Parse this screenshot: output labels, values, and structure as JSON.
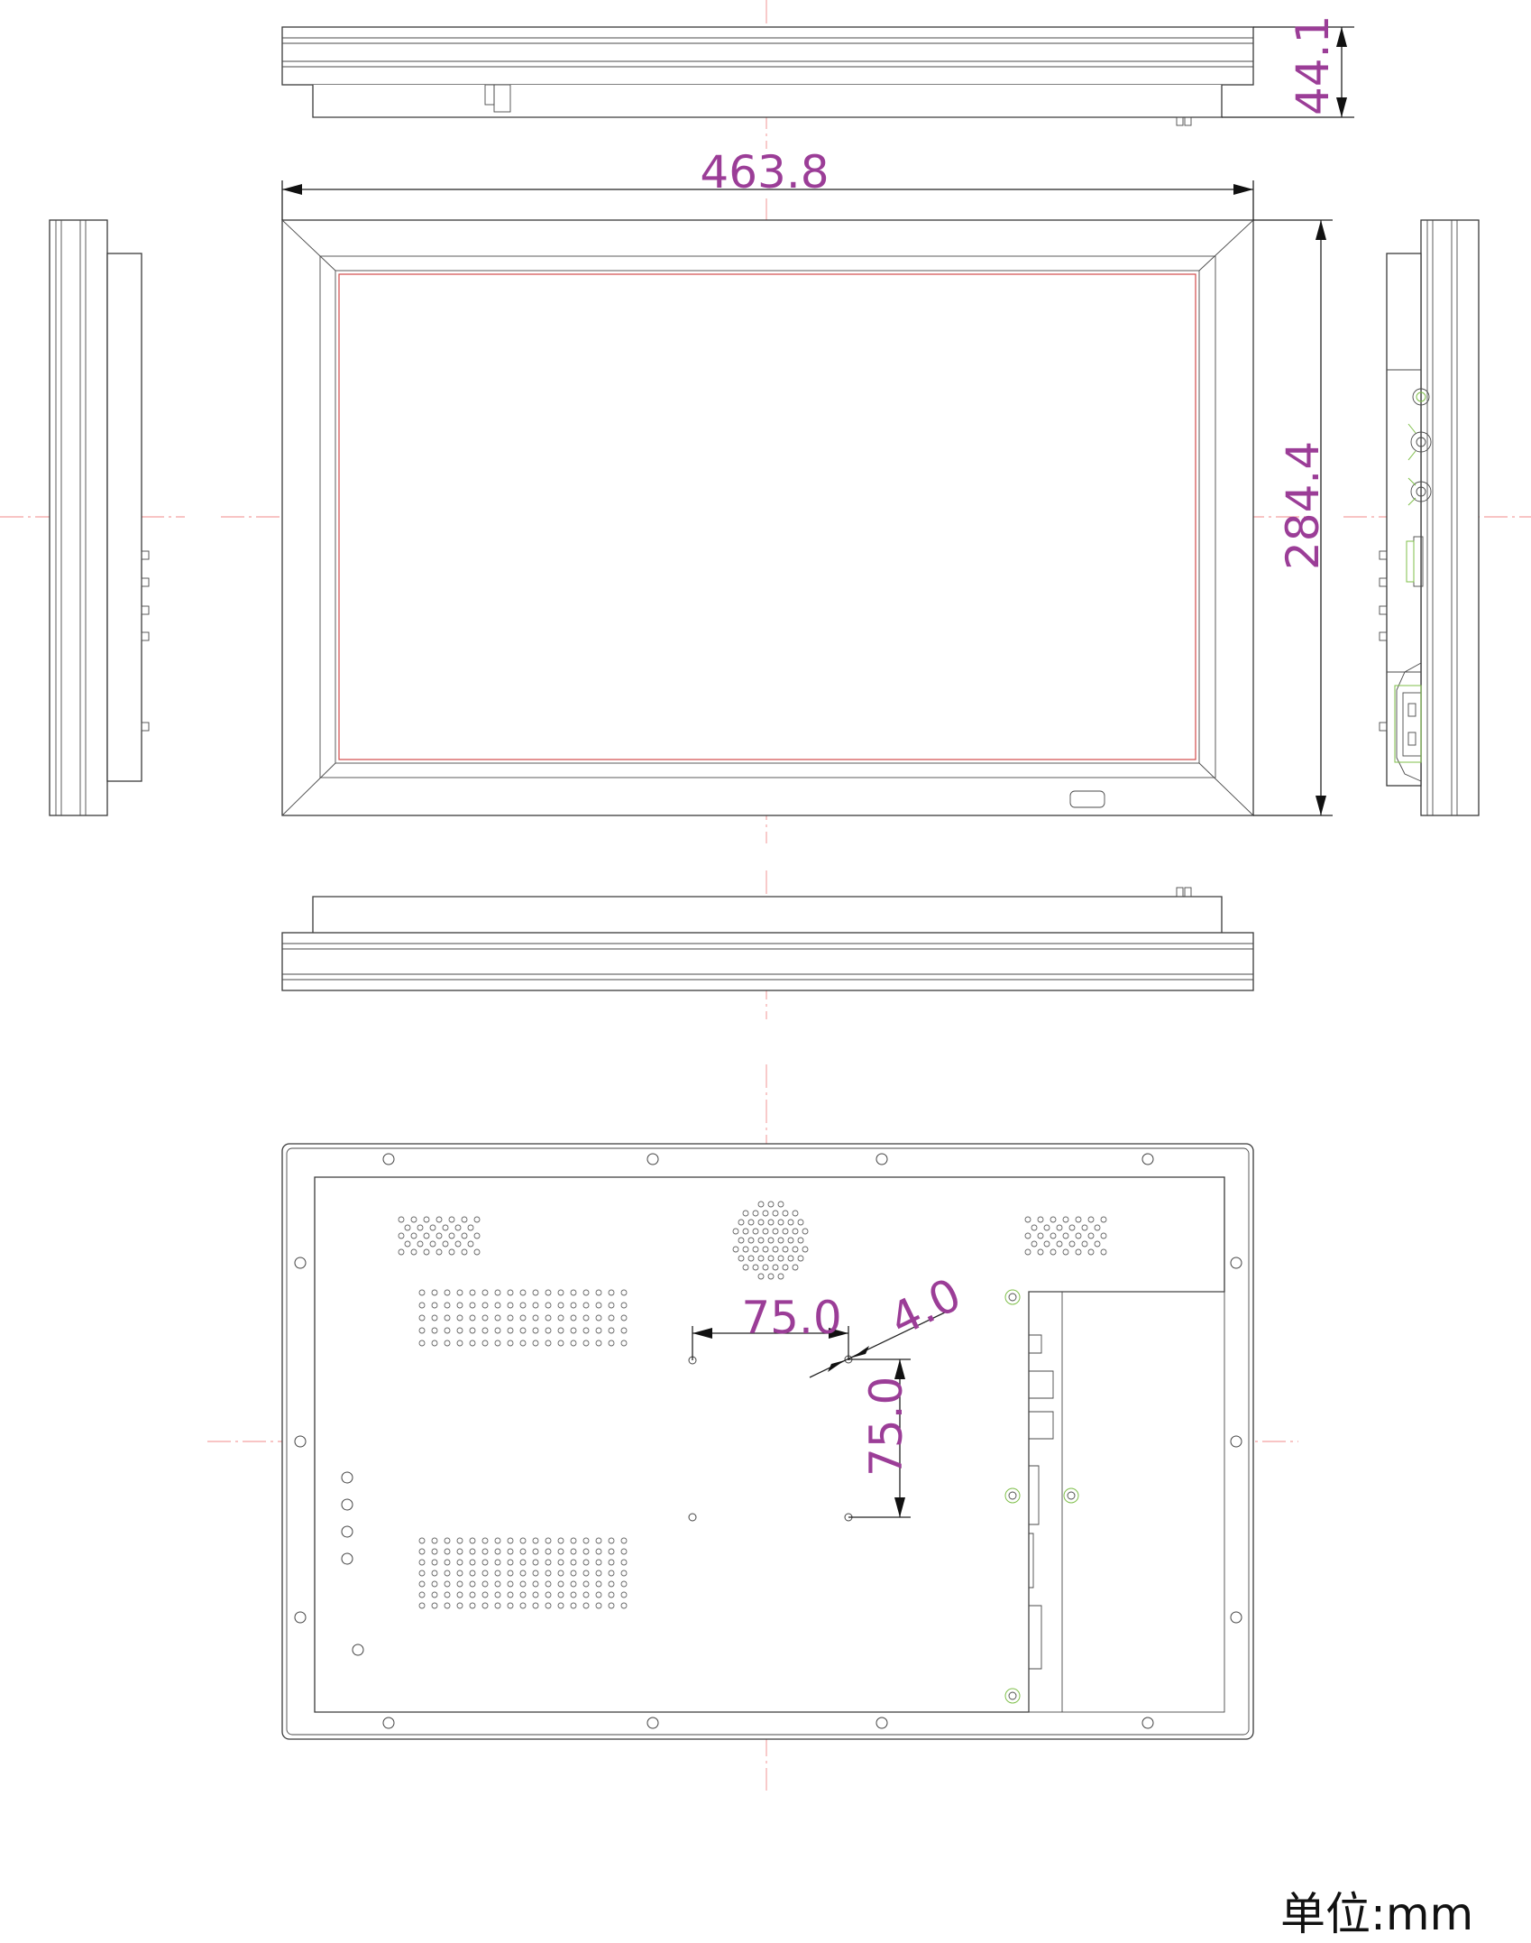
{
  "dimensions": {
    "width": "463.8",
    "height": "284.4",
    "depth": "44.1",
    "vesa_horizontal": "75.0",
    "vesa_vertical": "75.0",
    "hole_diameter": "4.0"
  },
  "unit_label": "单位:mm",
  "colors": {
    "dimension_text": "#9b3d97",
    "outline": "#3a3a3a",
    "center_line": "#f08a8a",
    "screen_line": "#d24a4a"
  }
}
